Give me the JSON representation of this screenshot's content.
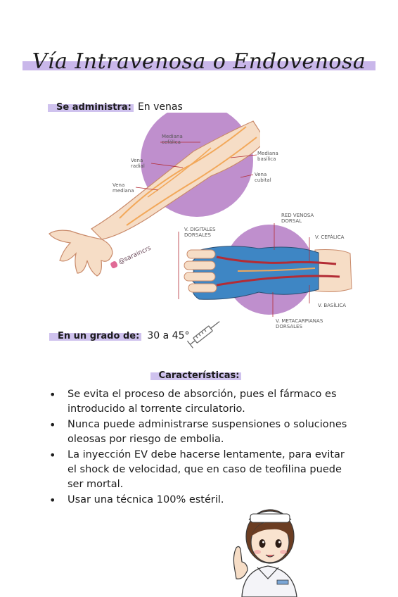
{
  "title": "Vía Intravenosa o Endovenosa",
  "administra": {
    "label": "Se administra:",
    "value": "En venas"
  },
  "arm_labels": {
    "mediana_cefalica": [
      "Mediana",
      "cefálica"
    ],
    "vena_radial": [
      "Vena",
      "radial"
    ],
    "vena_mediana": [
      "Vena",
      "mediana"
    ],
    "mediana_basilica": [
      "Mediana",
      "basílica"
    ],
    "vena_cubital": [
      "Vena",
      "cubital"
    ]
  },
  "hand_labels": {
    "digitales": [
      "V. DIGITALES",
      "DORSALES"
    ],
    "red_venosa": [
      "RED VENOSA",
      "DORSAL"
    ],
    "cefalica": "V. CEFÁLICA",
    "basilica": "V. BASÍLICA",
    "metacarpianas": [
      "V. METACARPIANAS",
      "DORSALES"
    ]
  },
  "watermark": "@saraincrs",
  "grado": {
    "label": "En un grado de:",
    "value": "30 a 45°"
  },
  "caracteristicas": {
    "heading": "Características:",
    "items": [
      [
        "Se evita el proceso de absorción, pues el fármaco es",
        "introducido al torrente circulatorio."
      ],
      [
        "Nunca puede administrarse suspensiones o soluciones",
        "oleosas por riesgo de embolia."
      ],
      [
        "La inyección EV debe hacerse lentamente, para evitar",
        "el shock de velocidad, que en caso de teofilina puede",
        "ser mortal."
      ],
      [
        "Usar una técnica 100% estéril."
      ]
    ]
  },
  "colors": {
    "highlight": "#c9b7ea",
    "circle": "#b47bc4",
    "skin": "#f6ddc6",
    "vein_blue": "#3f8fd0",
    "vein_red": "#b32c35"
  }
}
